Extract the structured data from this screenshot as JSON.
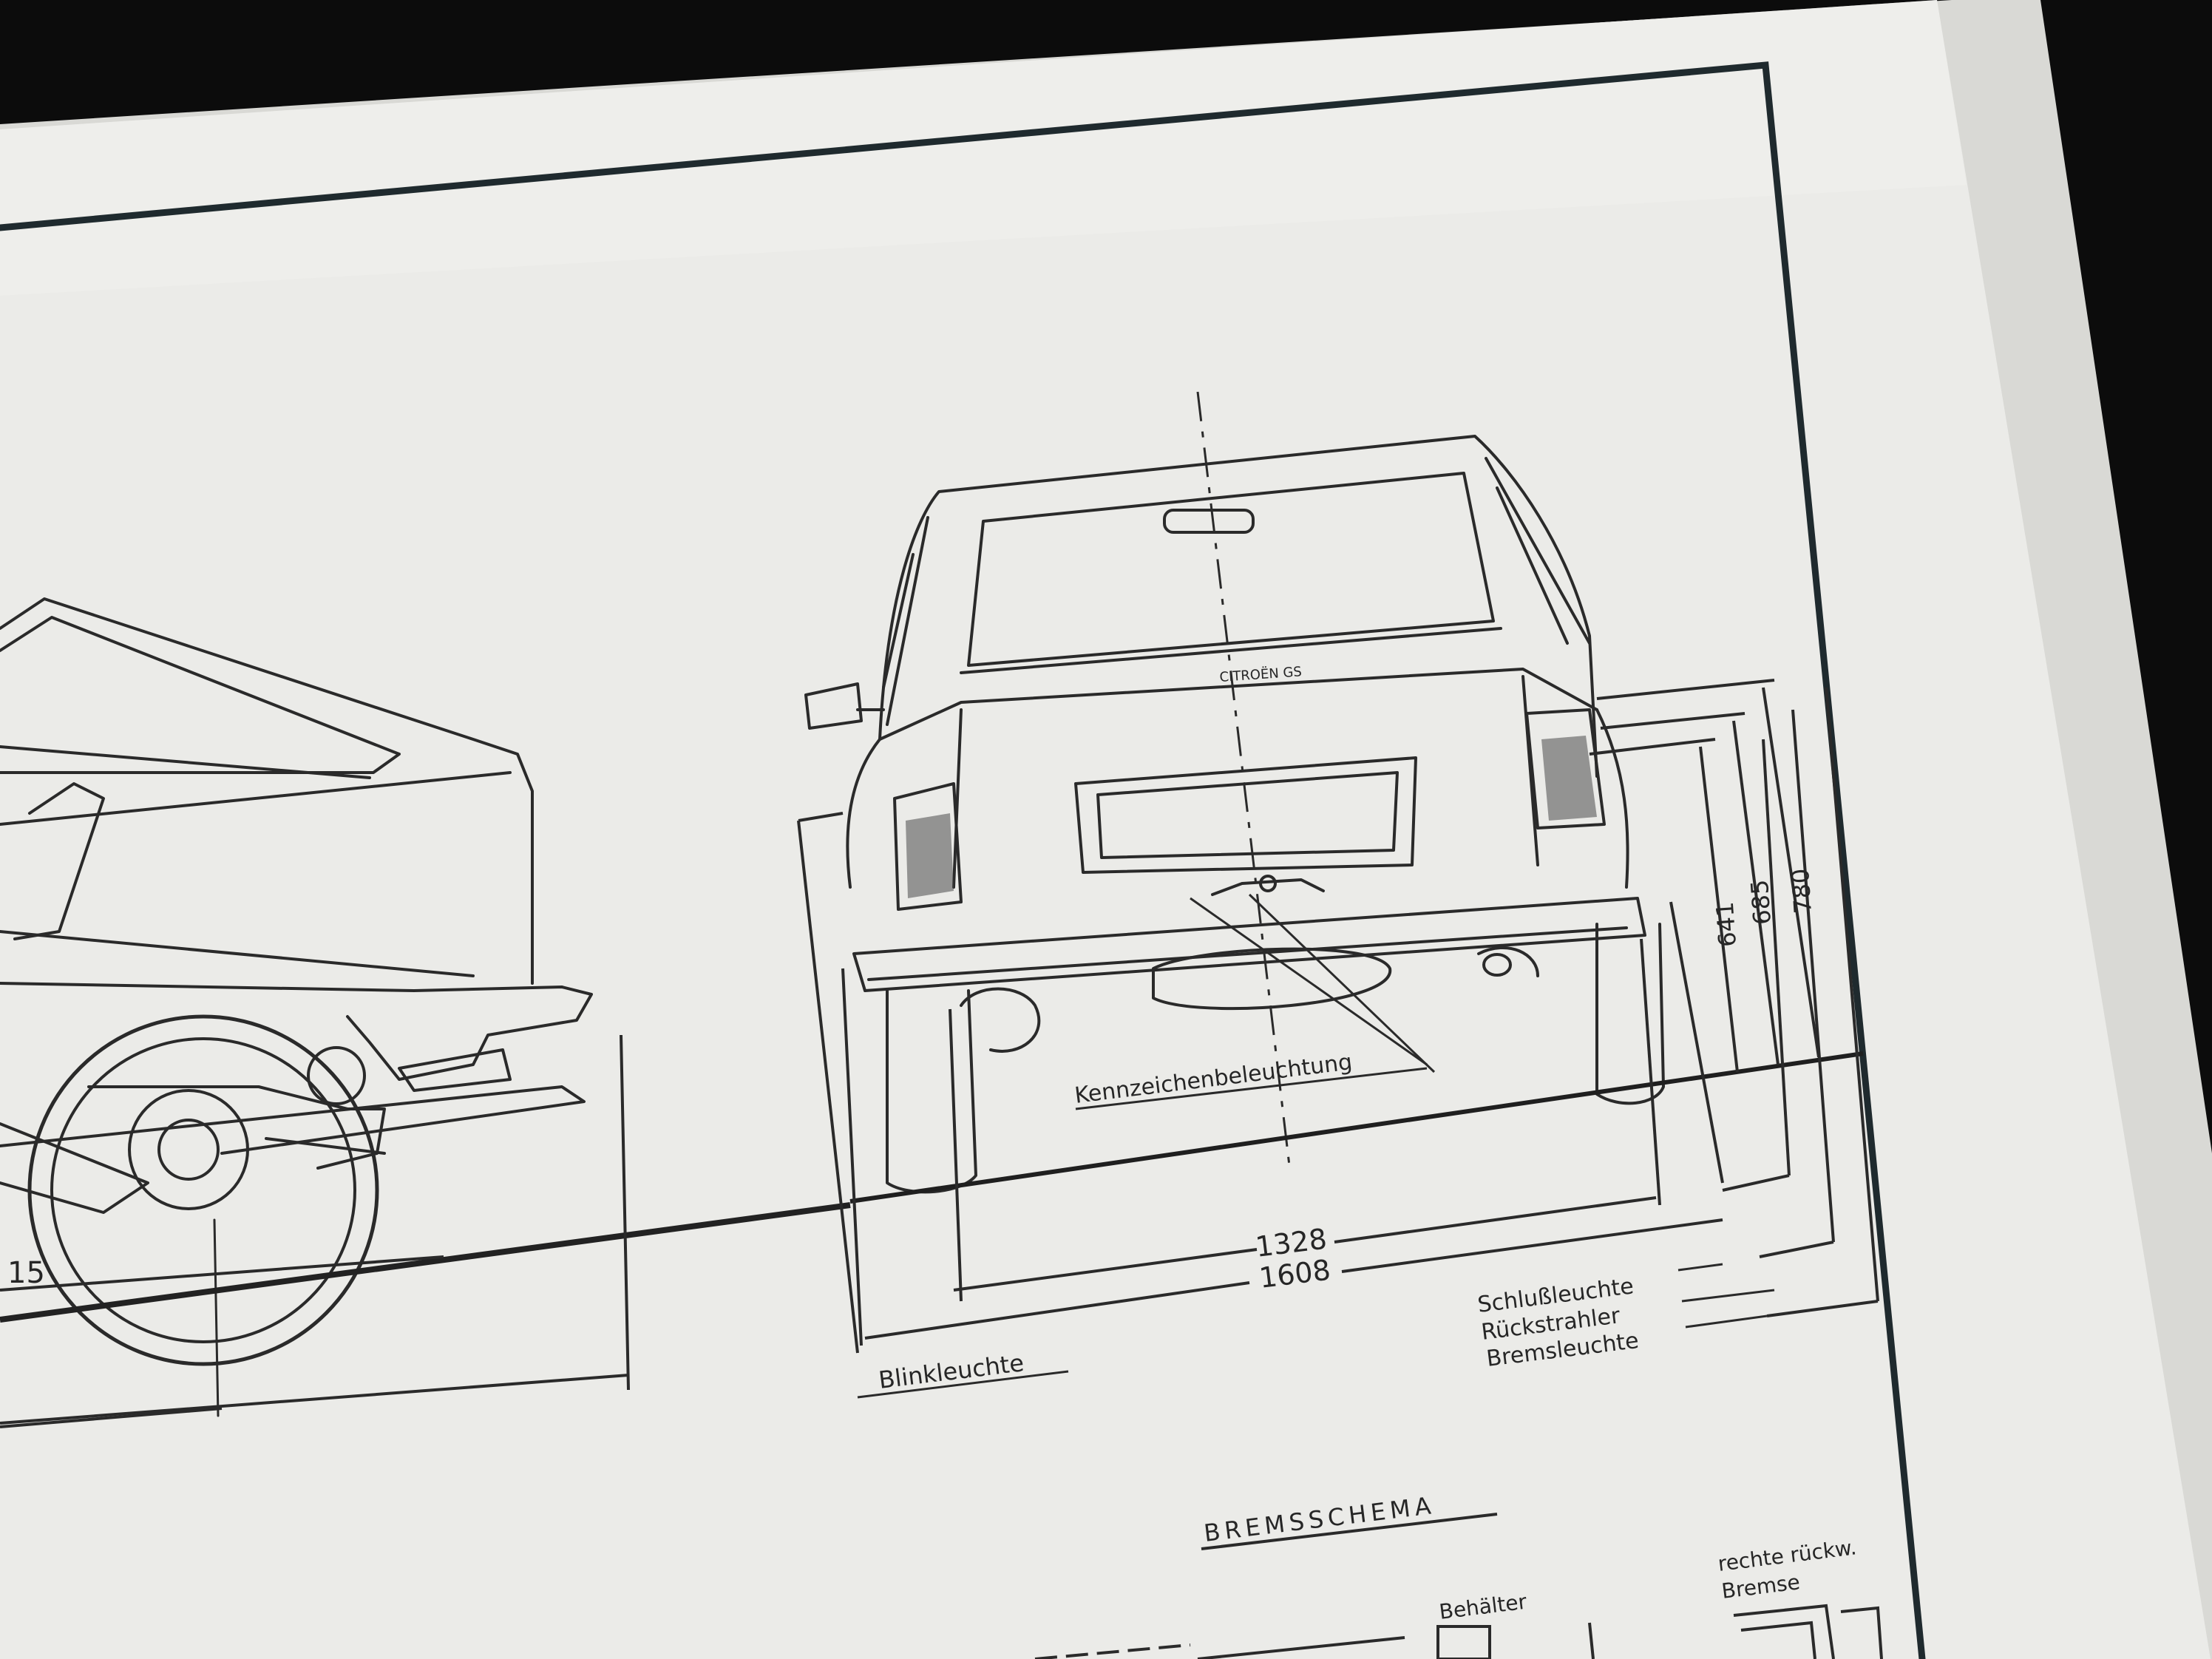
{
  "colors": {
    "background": "#0c0c0c",
    "paper": "#ebebe8",
    "paper_shadow": "#d9d9d5",
    "ink": "#2a2a2a",
    "frame": "#1f2a2e"
  },
  "labels": {
    "side_dimension": "15",
    "license_plate_light": "Kennzeichenbeleuchtung",
    "turn_signal": "Blinkleuchte",
    "tail_light": "Schlußleuchte",
    "reflector": "Rückstrahler",
    "brake_light": "Bremsleuchte",
    "brake_schema": "BREMSSCHEMA",
    "reservoir": "Behälter",
    "right_rear_brake_line1": "rechte rückw.",
    "right_rear_brake_line2": "Bremse",
    "badge": "CITROËN GS"
  },
  "dimensions": {
    "track_inner": "1328",
    "track_outer": "1608",
    "height_tail_light": "641",
    "height_reflector": "685",
    "height_brake_light": "780"
  }
}
